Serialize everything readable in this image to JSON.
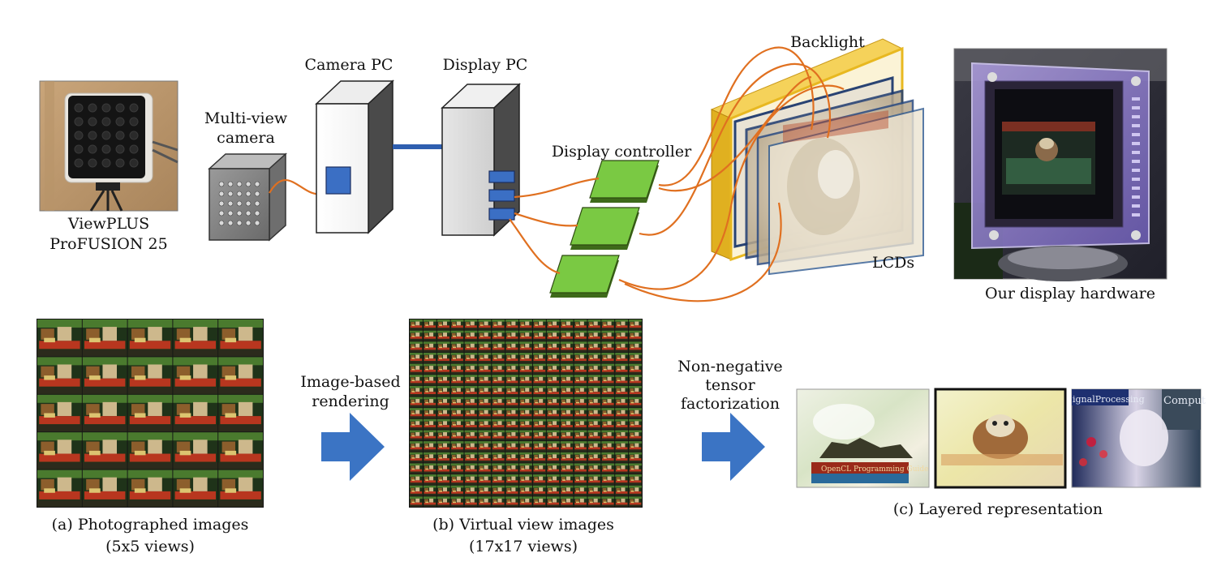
{
  "labels": {
    "camera_model_line1": "ViewPLUS",
    "camera_model_line2": "ProFUSION 25",
    "multiview_line1": "Multi-view",
    "multiview_line2": "camera",
    "camera_pc": "Camera PC",
    "display_pc": "Display PC",
    "display_controller": "Display controller",
    "backlight": "Backlight",
    "lcds": "LCDs",
    "our_display": "Our display hardware",
    "ibr_line1": "Image-based",
    "ibr_line2": "rendering",
    "nntf_line1": "Non-negative",
    "nntf_line2": "tensor",
    "nntf_line3": "factorization",
    "cap_a_line1": "(a) Photographed images",
    "cap_a_line2": "(5x5 views)",
    "cap_b_line1": "(b) Virtual view images",
    "cap_b_line2": "(17x17 views)",
    "cap_c": "(c) Layered representation",
    "book_text_1": "OpenCL Programming Guide",
    "book_text_2": "ignalProcessing",
    "book_text_3": "Comput"
  },
  "grids": {
    "photographed": {
      "rows": 5,
      "cols": 5
    },
    "virtual": {
      "rows": 17,
      "cols": 17
    }
  },
  "colors": {
    "accent_blue": "#3b6fc4",
    "green": "#7ac943",
    "cable_orange": "#e07020",
    "frame_gold": "#e8b820",
    "frame_navy": "#1e3a6e",
    "link_blue": "#2f5fb0"
  }
}
